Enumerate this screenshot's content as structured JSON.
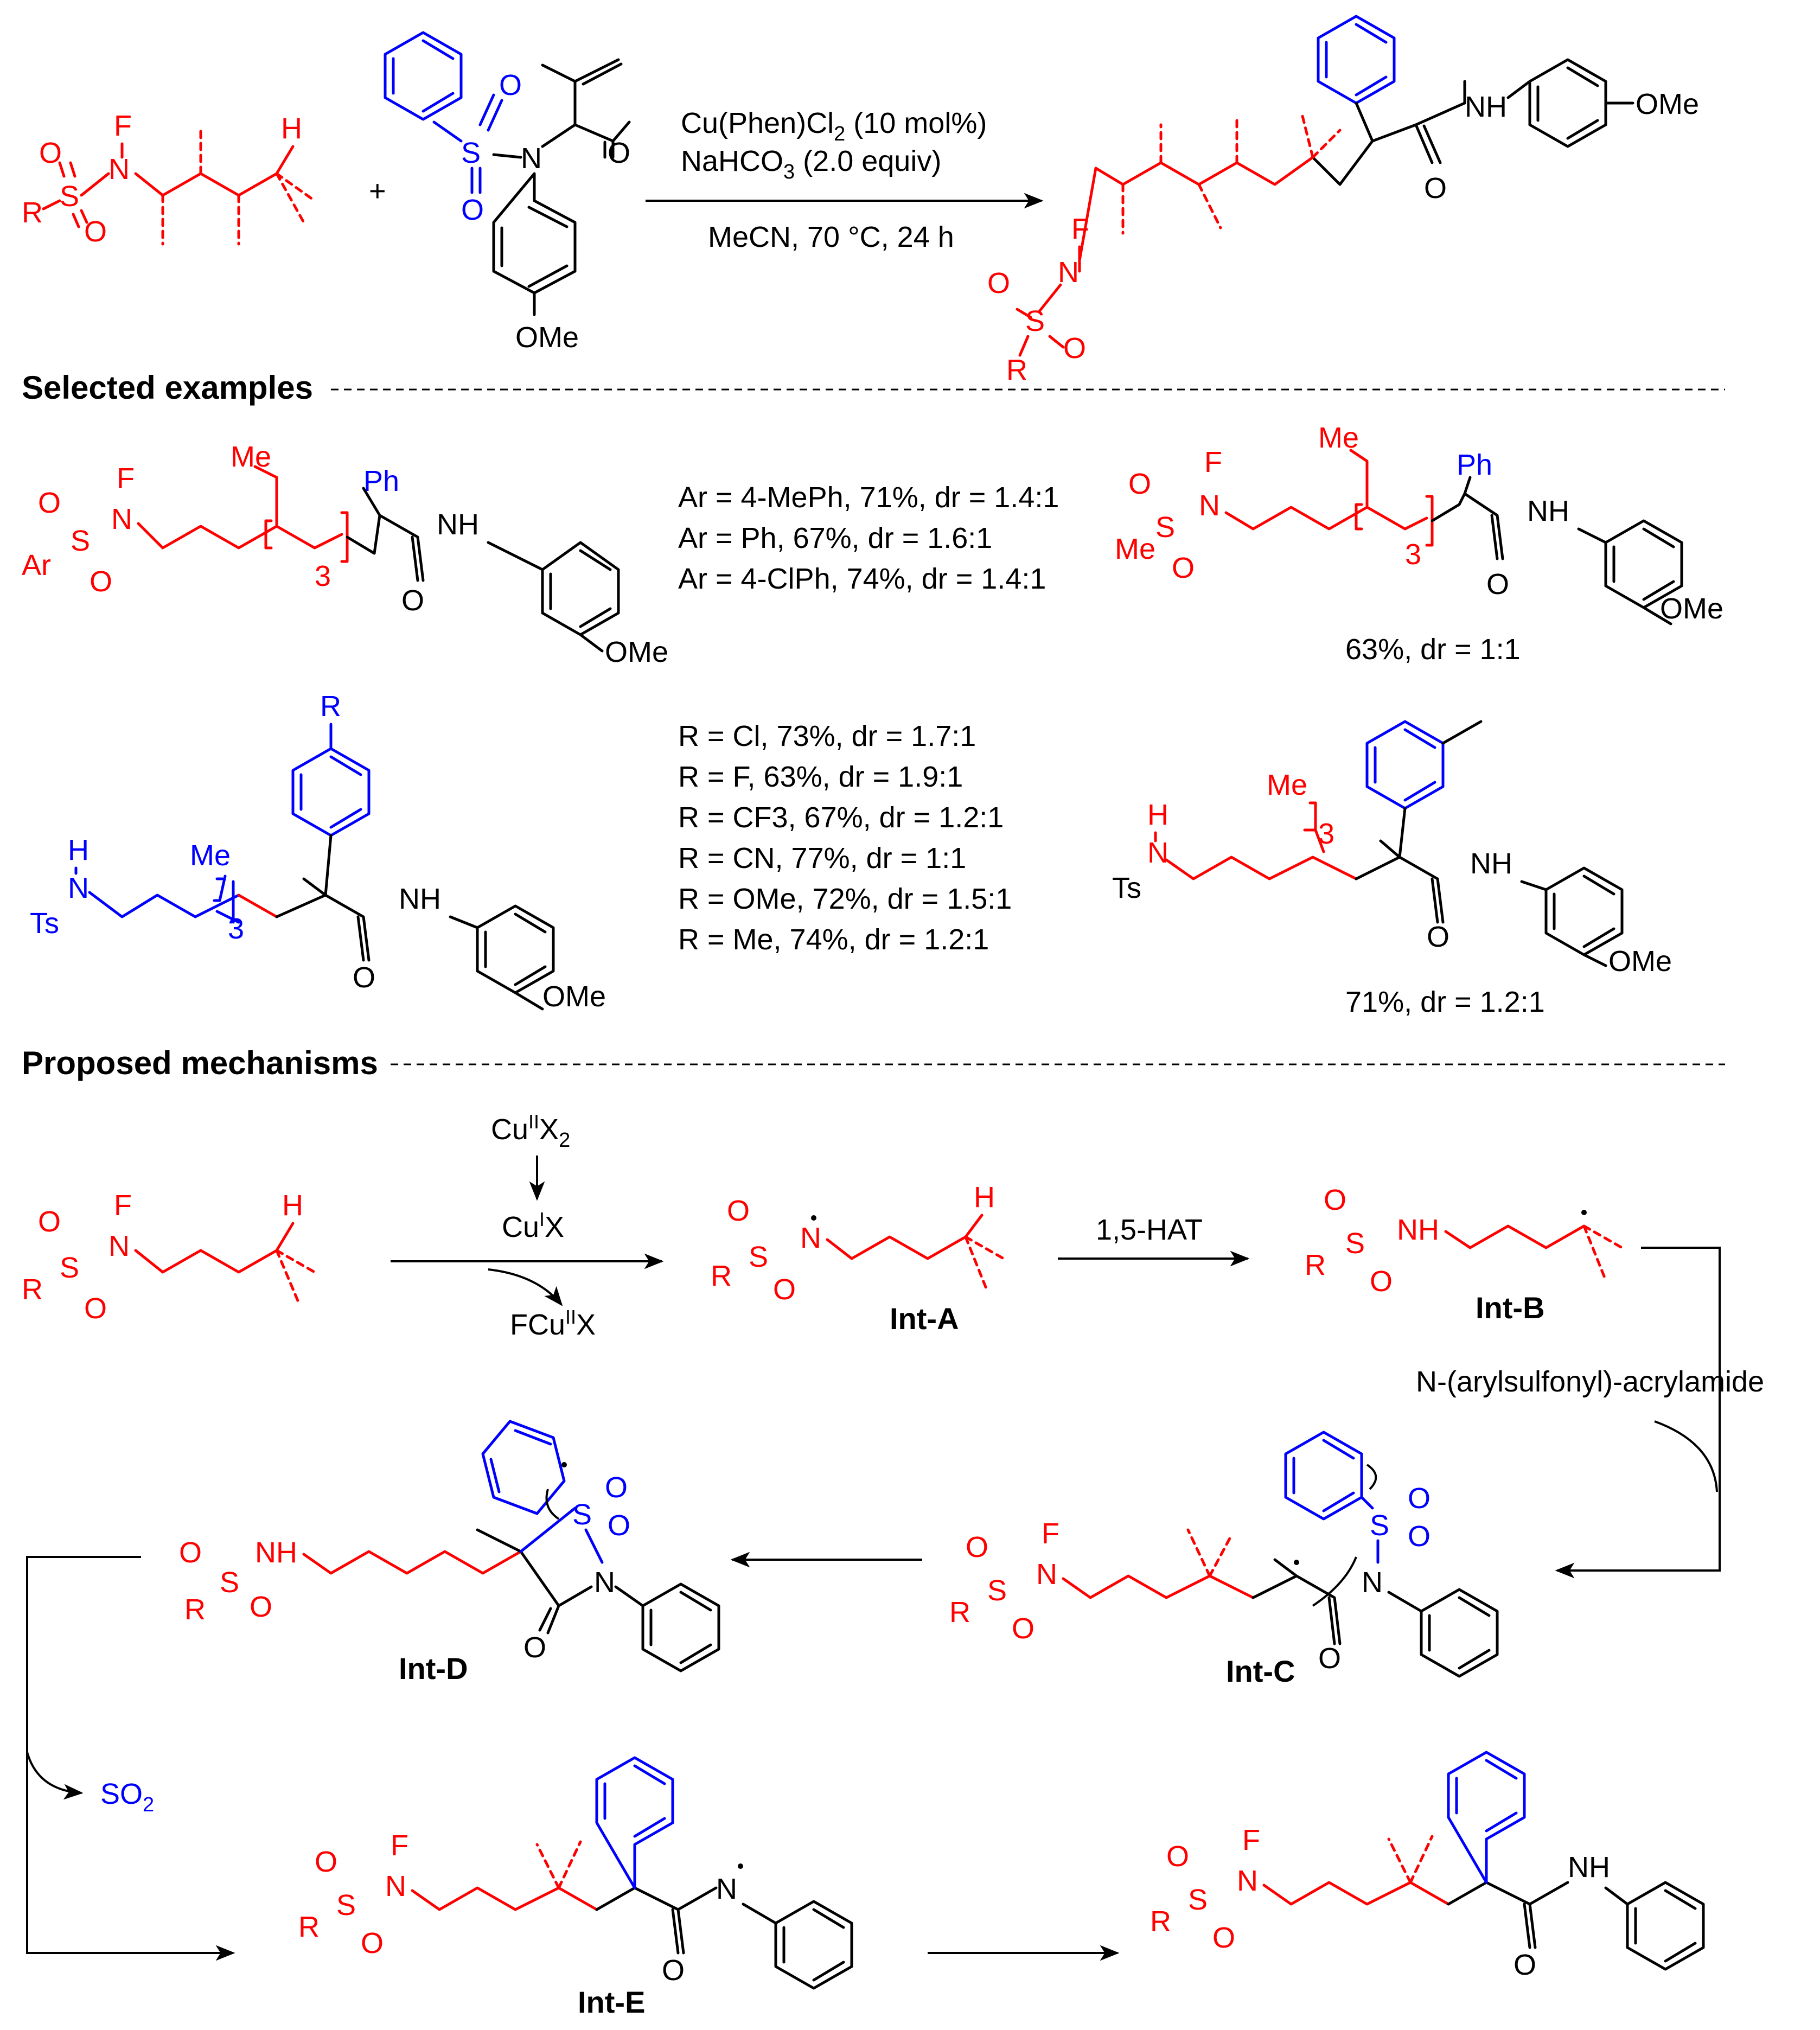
{
  "reaction": {
    "conditions_line1": "Cu(Phen)Cl",
    "conditions_line1_sub": "2",
    "conditions_line1_tail": " (10 mol%)",
    "conditions_line2": "NaHCO",
    "conditions_line2_sub": "3",
    "conditions_line2_tail": " (2.0 equiv)",
    "conditions_line3": "MeCN, 70 °C, 24 h",
    "plus": "+"
  },
  "atoms": {
    "F": "F",
    "N": "N",
    "S": "S",
    "O": "O",
    "R": "R",
    "H": "H",
    "NH": "NH",
    "OMe": "OMe",
    "Me": "Me",
    "Ph": "Ph",
    "Ar": "Ar",
    "Ts": "Ts",
    "n3": "3"
  },
  "sections": {
    "selected": "Selected examples",
    "mechanisms": "Proposed mechanisms"
  },
  "examples": {
    "ar_lines": [
      "Ar = 4-MePh, 71%, dr = 1.4:1",
      "Ar = Ph, 67%, dr = 1.6:1",
      "Ar = 4-ClPh, 74%, dr = 1.4:1"
    ],
    "ms_result": "63%, dr = 1:1",
    "r_lines": [
      "R = Cl, 73%, dr = 1.7:1",
      "R = F, 63%, dr = 1.9:1",
      "R = CF3, 67%, dr = 1.2:1",
      "R = CN, 77%, dr = 1:1",
      "R = OMe, 72%, dr = 1.5:1",
      "R = Me, 74%, dr = 1.2:1"
    ],
    "tolyl_result": "71%, dr = 1.2:1"
  },
  "mechanism": {
    "cu2x2": "Cu",
    "cu2x2_sup": "II",
    "cu2x2_tail": "X",
    "cu2x2_sub": "2",
    "cu1x": "Cu",
    "cu1x_sup": "I",
    "cu1x_tail": "X",
    "fcu2x": "FCu",
    "fcu2x_sup": "II",
    "fcu2x_tail": "X",
    "hat": "1,5-HAT",
    "acrylamide": "N-(arylsulfonyl)-acrylamide",
    "so2": "SO",
    "so2_sub": "2",
    "int_a": "Int-A",
    "int_b": "Int-B",
    "int_c": "Int-C",
    "int_d": "Int-D",
    "int_e": "Int-E"
  },
  "colors": {
    "red": "#ff0000",
    "blue": "#0000ff",
    "black": "#000000"
  }
}
